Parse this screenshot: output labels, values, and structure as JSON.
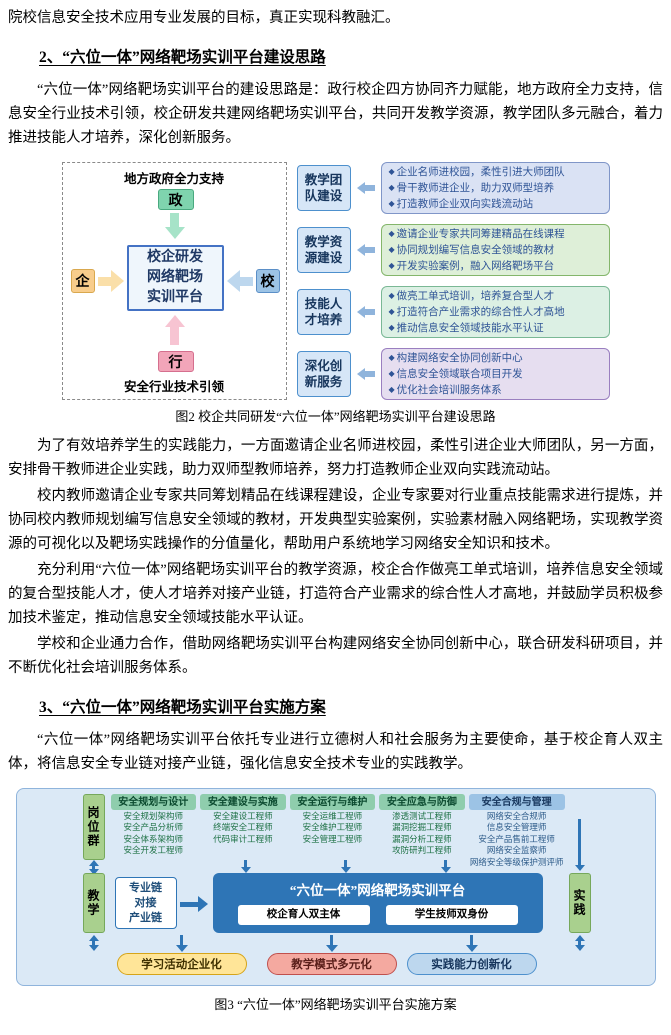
{
  "doc": {
    "intro": "院校信息安全技术应用专业发展的目标，真正实现科教融汇。",
    "sec2_heading": "2、“六位一体”网络靶场实训平台建设思路",
    "sec2_p1": "“六位一体”网络靶场实训平台的建设思路是：政行校企四方协同齐力赋能，地方政府全力支持，信息安全行业技术引领，校企研发共建网络靶场实训平台，共同开发教学资源，教学团队多元融合，着力推进技能人才培养，深化创新服务。",
    "sec2_p2": "为了有效培养学生的实践能力，一方面邀请企业名师进校园，柔性引进企业大师团队，另一方面，安排骨干教师进企业实践，助力双师型教师培养，努力打造教师企业双向实践流动站。",
    "sec2_p3": "校内教师邀请企业专家共同筹划精品在线课程建设，企业专家要对行业重点技能需求进行提炼，并协同校内教师规划编写信息安全领域的教材，开发典型实验案例，实验素材融入网络靶场，实现教学资源的可视化以及靶场实践操作的分值量化，帮助用户系统地学习网络安全知识和技术。",
    "sec2_p4": "充分利用“六位一体”网络靶场实训平台的教学资源，校企合作做亮工单式培训，培养信息安全领域的复合型技能人才，使人才培养对接产业链，打造符合产业需求的综合性人才高地，并鼓励学员积极参加技术鉴定，推动信息安全领域技能水平认证。",
    "sec2_p5": "学校和企业通力合作，借助网络靶场实训平台构建网络安全协同创新中心，联合研发科研项目，并不断优化社会培训服务体系。",
    "sec3_heading": "3、“六位一体”网络靶场实训平台实施方案",
    "sec3_p1": "“六位一体”网络靶场实训平台依托专业进行立德树人和社会服务为主要使命，基于校企育人双主体，将信息安全专业链对接产业链，强化信息安全技术专业的实践教学。"
  },
  "figure2": {
    "caption": "图2 校企共同研发“六位一体”网络靶场实训平台建设思路",
    "left": {
      "top_label": "地方政府全力支持",
      "bottom_label": "安全行业技术引领",
      "gov": "政",
      "enterprise": "企",
      "school": "校",
      "industry": "行",
      "center": [
        "校企研发",
        "网络靶场",
        "实训平台"
      ]
    },
    "rows": [
      {
        "label": [
          "教学团",
          "队建设"
        ],
        "bullets": [
          "企业名师进校园，柔性引进大师团队",
          "骨干教师进企业，助力双师型培养",
          "打造教师企业双向实践流动站"
        ]
      },
      {
        "label": [
          "教学资",
          "源建设"
        ],
        "bullets": [
          "邀请企业专家共同筹建精品在线课程",
          "协同规划编写信息安全领域的教材",
          "开发实验案例，融入网络靶场平台"
        ]
      },
      {
        "label": [
          "技能人",
          "才培养"
        ],
        "bullets": [
          "做亮工单式培训，培养复合型人才",
          "打造符合产业需求的综合性人才高地",
          "推动信息安全领域技能水平认证"
        ]
      },
      {
        "label": [
          "深化创",
          "新服务"
        ],
        "bullets": [
          "构建网络安全协同创新中心",
          "信息安全领域联合项目开发",
          "优化社会培训服务体系"
        ]
      }
    ]
  },
  "figure3": {
    "caption": "图3 “六位一体”网络靶场实训平台实施方案",
    "post_group": "岗位群",
    "teaching": "教学",
    "practice": "实践",
    "chain": [
      "专业链",
      "对接",
      "产业链"
    ],
    "platform_title": "“六位一体”网络靶场实训平台",
    "dual_subject": "校企育人双主体",
    "dual_identity": "学生技师双身份",
    "columns": [
      {
        "header": "安全规划与设计",
        "items": [
          "安全规划架构师",
          "安全产品分析师",
          "安全体系架构师",
          "安全开发工程师"
        ]
      },
      {
        "header": "安全建设与实施",
        "items": [
          "安全建设工程师",
          "终端安全工程师",
          "代码审计工程师"
        ]
      },
      {
        "header": "安全运行与维护",
        "items": [
          "安全运维工程师",
          "安全维护工程师",
          "安全管理工程师"
        ]
      },
      {
        "header": "安全应急与防御",
        "items": [
          "渗透测试工程师",
          "漏洞挖掘工程师",
          "漏洞分析工程师",
          "攻防研判工程师"
        ]
      },
      {
        "header": "安全合规与管理",
        "items": [
          "网络安全合规师",
          "信息安全管理师",
          "安全产品售前工程师",
          "网络安全监察师",
          "网络安全等级保护测评师"
        ]
      }
    ],
    "bottom": [
      "学习活动企业化",
      "教学模式多元化",
      "实践能力创新化"
    ]
  },
  "palette": {
    "platform_blue": "#2E75B6",
    "figure_bg_blue": "#DBE9F6",
    "node_green": "#7FD4AE",
    "node_orange": "#F8CD8C",
    "node_blue": "#9CC3E5",
    "node_pink": "#F2A5B9",
    "side_green": "#A9D08E",
    "bottom_yellow": "#FFE598",
    "bottom_pink": "#F4A9A0",
    "bottom_blue": "#BDD7EE",
    "bullet_text_blue": "#2F5496"
  }
}
